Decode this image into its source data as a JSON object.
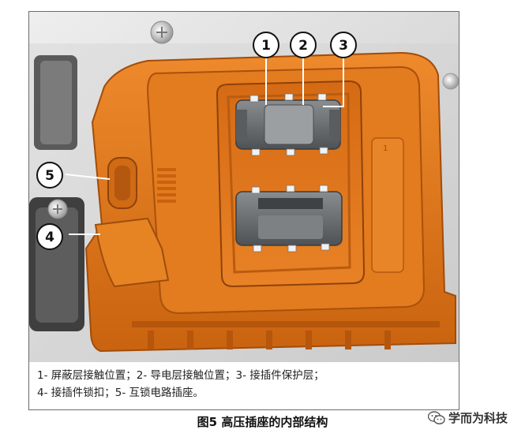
{
  "figure": {
    "callouts": [
      {
        "id": "c1",
        "label": "1"
      },
      {
        "id": "c2",
        "label": "2"
      },
      {
        "id": "c3",
        "label": "3"
      },
      {
        "id": "c4",
        "label": "4"
      },
      {
        "id": "c5",
        "label": "5"
      }
    ],
    "caption_lines": [
      "1- 屏蔽层接触位置；2- 导电层接触位置；3- 接插件保护层；",
      "4- 接插件锁扣；5- 互锁电路插座。"
    ],
    "title": "图5 高压插座的内部结构",
    "watermark": "学而为科技",
    "colors": {
      "housing_orange": "#e0761c",
      "housing_dark": "#b8570f",
      "grey_base": "#d6d6d6",
      "connector_grey": "#6a6d70"
    }
  }
}
